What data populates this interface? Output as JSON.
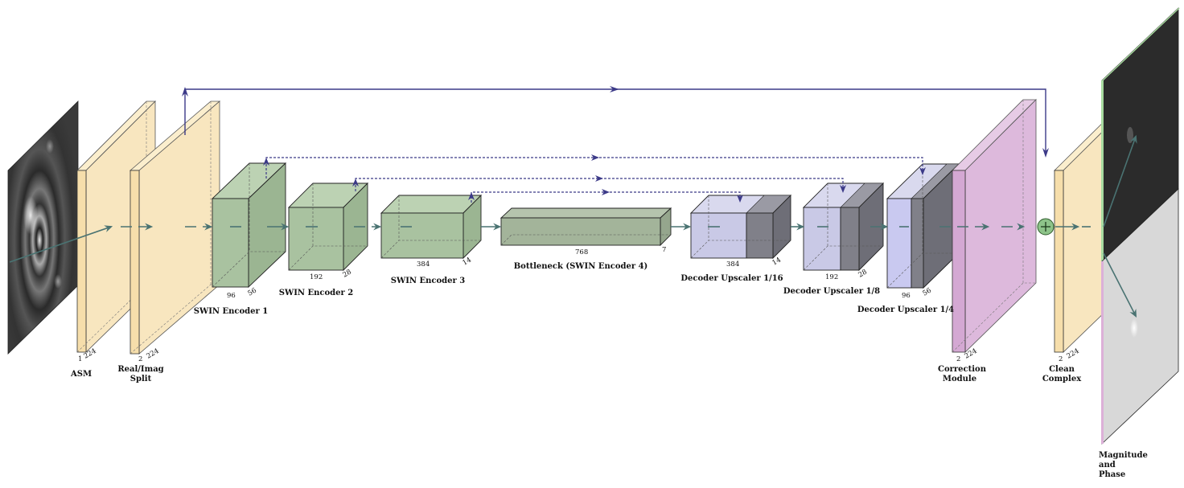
{
  "diagram": {
    "stages": {
      "asm": {
        "label": "ASM",
        "channels": "1",
        "size": "224"
      },
      "split": {
        "label_lines": [
          "Real/Imag",
          "Split"
        ],
        "channels": "2",
        "size": "224"
      },
      "enc1": {
        "label": "SWIN Encoder 1",
        "channels": "96",
        "size": "56"
      },
      "enc2": {
        "label": "SWIN Encoder 2",
        "channels": "192",
        "size": "28"
      },
      "enc3": {
        "label": "SWIN Encoder 3",
        "channels": "384",
        "size": "14"
      },
      "bottleneck": {
        "label": "Bottleneck (SWIN Encoder 4)",
        "channels": "768",
        "size": "7"
      },
      "dec16": {
        "label": "Decoder Upscaler 1/16",
        "channels": "384",
        "size": "14"
      },
      "dec8": {
        "label": "Decoder Upscaler 1/8",
        "channels": "192",
        "size": "28"
      },
      "dec4": {
        "label": "Decoder Upscaler 1/4",
        "channels": "96",
        "size": "56"
      },
      "correction": {
        "label_lines": [
          "Correction",
          "Module"
        ],
        "channels": "2",
        "size": "224"
      },
      "clean": {
        "label_lines": [
          "Clean",
          "Complex"
        ],
        "channels": "2",
        "size": "224"
      },
      "output": {
        "label_lines": [
          "Magnitude",
          "and",
          "Phase"
        ]
      }
    },
    "colors": {
      "input_slab": "#f8e6bf",
      "encoder": "#a9c2a0",
      "bottleneck": "#a3b49a",
      "decoder_light": "#c9c9e6",
      "decoder_dark": "#808089",
      "correction": "#ddb9dc",
      "arrow": "#4a7372",
      "skip": "#3c3a88",
      "sum_node": "#8dc389",
      "output_green_edge": "#a8dba0",
      "output_pink_edge": "#dcb0d8"
    }
  }
}
